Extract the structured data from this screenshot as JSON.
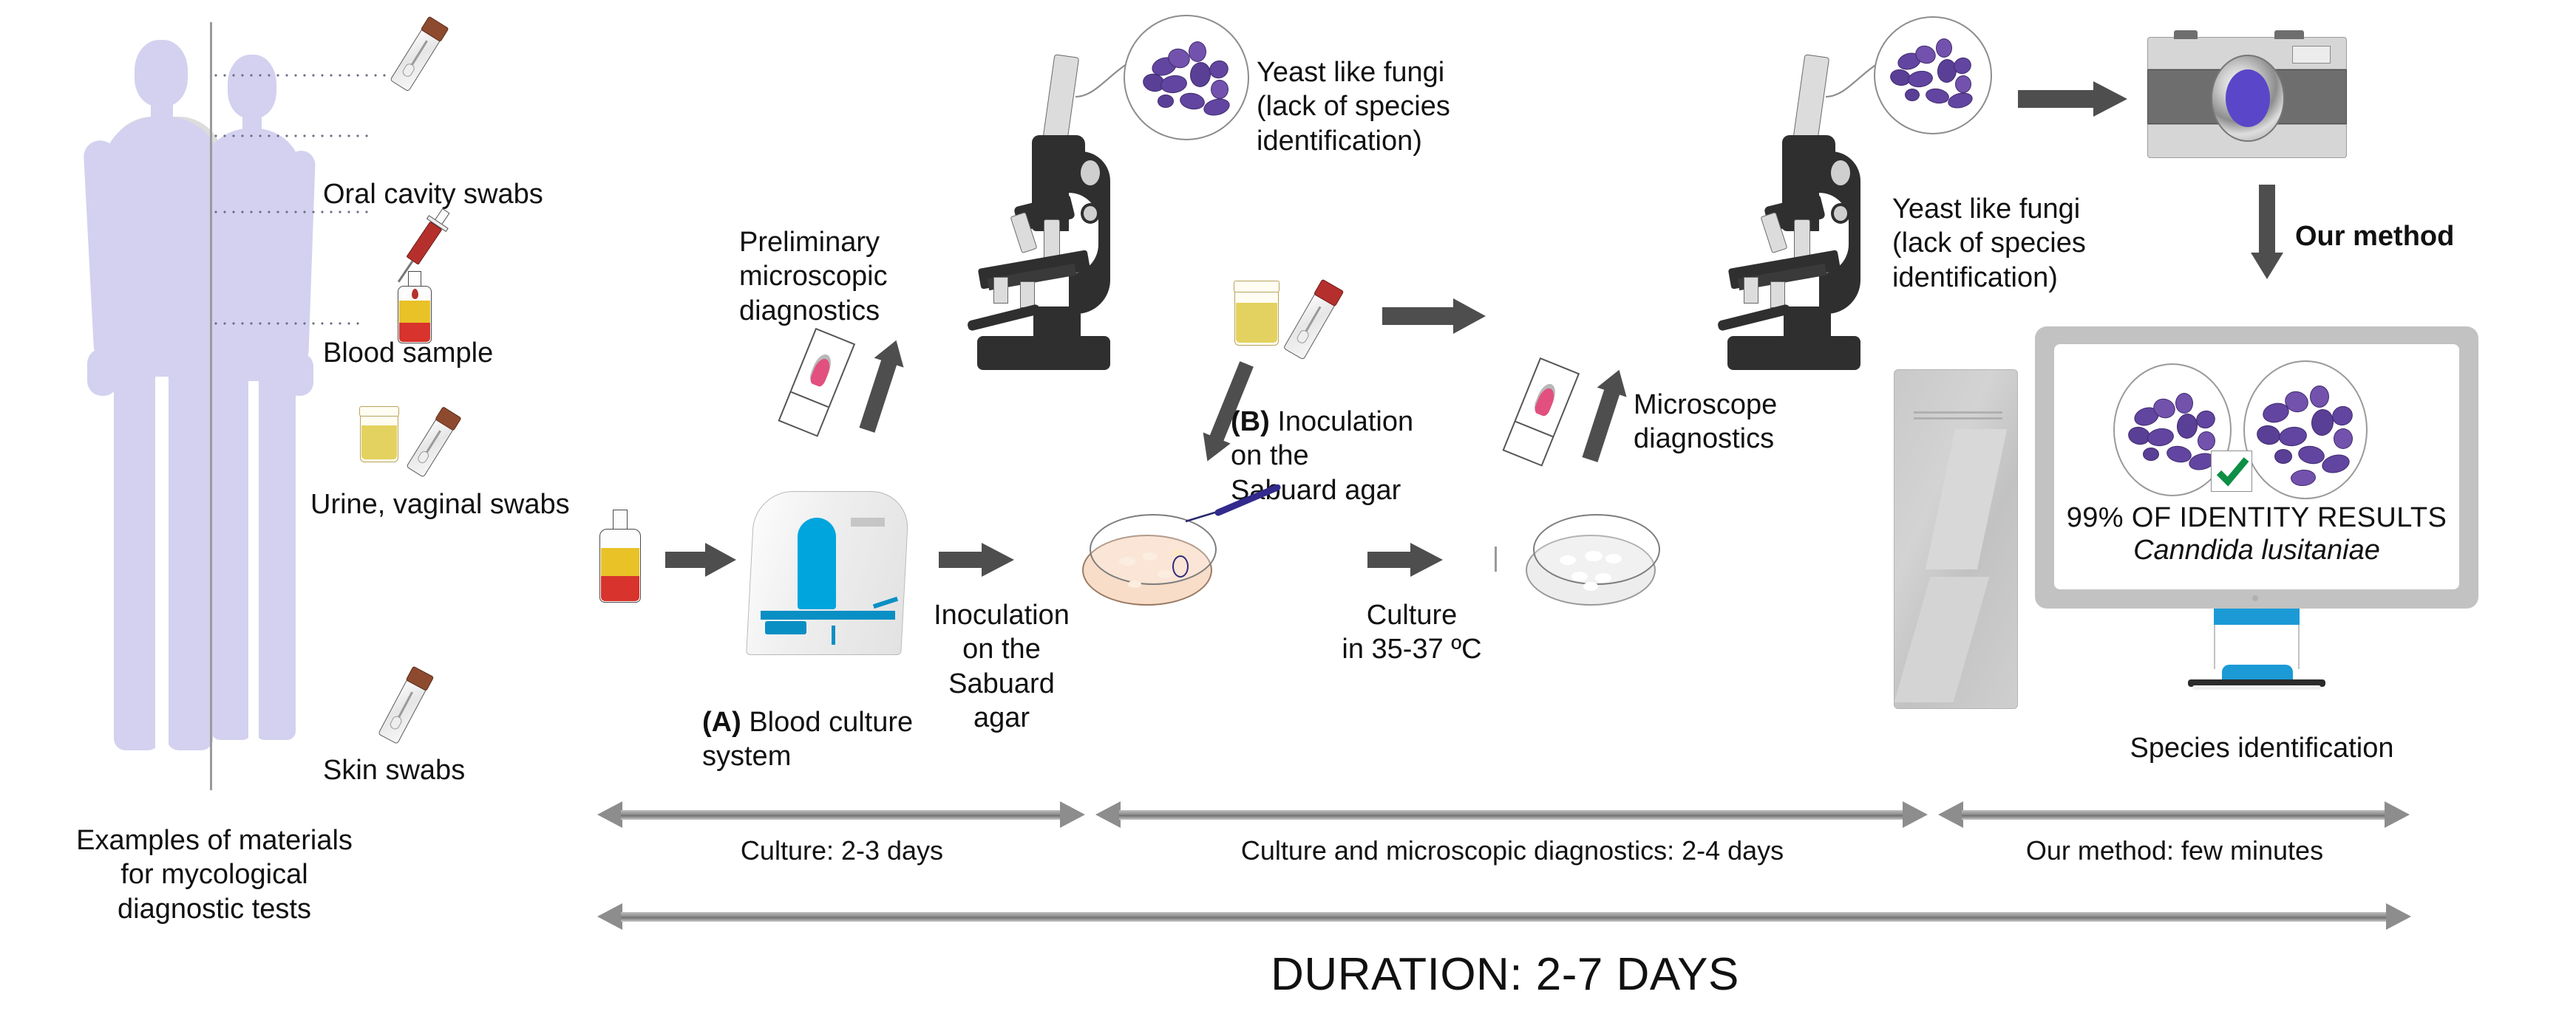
{
  "diagram": {
    "title_bottom": "DURATION: 2-7 DAYS"
  },
  "specimens": {
    "caption": "Examples of materials\nfor mycological\ndiagnostic tests",
    "items": [
      {
        "label": "Oral cavity swabs",
        "icon": "swab-tube-icon"
      },
      {
        "label": "Blood sample",
        "icon": "blood-bottle-syringe-icon"
      },
      {
        "label": "Urine, vaginal swabs",
        "icon": "urine-jar-swab-icon"
      },
      {
        "label": "Skin swabs",
        "icon": "swab-tube-icon"
      }
    ]
  },
  "workflow": {
    "preliminary_microscopy": "Preliminary\nmicroscopic\ndiagnostics",
    "yeast_callout_1": "Yeast like fungi\n(lack of species\nidentification)",
    "inoculation_b": {
      "marker": "(B)",
      "text": " Inoculation\non the\nSabuard agar"
    },
    "yeast_callout_2": "Yeast like fungi\n(lack of species\nidentification)",
    "microscope_diagnostics": "Microscope\ndiagnostics",
    "blood_culture_a": {
      "marker": "(A)",
      "text": " Blood culture\nsystem"
    },
    "inoculation_plain": "Inoculation\non the\nSabuard agar",
    "culture_temp": "Culture\nin 35-37 ºC",
    "our_method_arrow_label": "Our method",
    "species_identification": "Species identification"
  },
  "monitor": {
    "result_line1": "99% OF IDENTITY RESULTS",
    "result_line2": "Canndida lusitaniae",
    "check_icon": "green-check-icon"
  },
  "timeline": {
    "segments": [
      {
        "label": "Culture: 2-3 days"
      },
      {
        "label": "Culture and microscopic diagnostics: 2-4 days"
      },
      {
        "label": "Our method: few minutes"
      }
    ],
    "total_label": "DURATION: 2-7 DAYS"
  },
  "colors": {
    "silhouette": "#d3d1ef",
    "yeast_cell": "#6245a0",
    "arrow_gray": "#4e4e4e",
    "timeline_gray": "#8d8d8d",
    "check_green": "#0e8f45",
    "bact_blue": "#00a5dd",
    "blood_red": "#d8332c",
    "urine_yellow": "#e3d25f",
    "camera_lens": "#5a46c8",
    "monitor_frame": "#c2c2c2"
  }
}
